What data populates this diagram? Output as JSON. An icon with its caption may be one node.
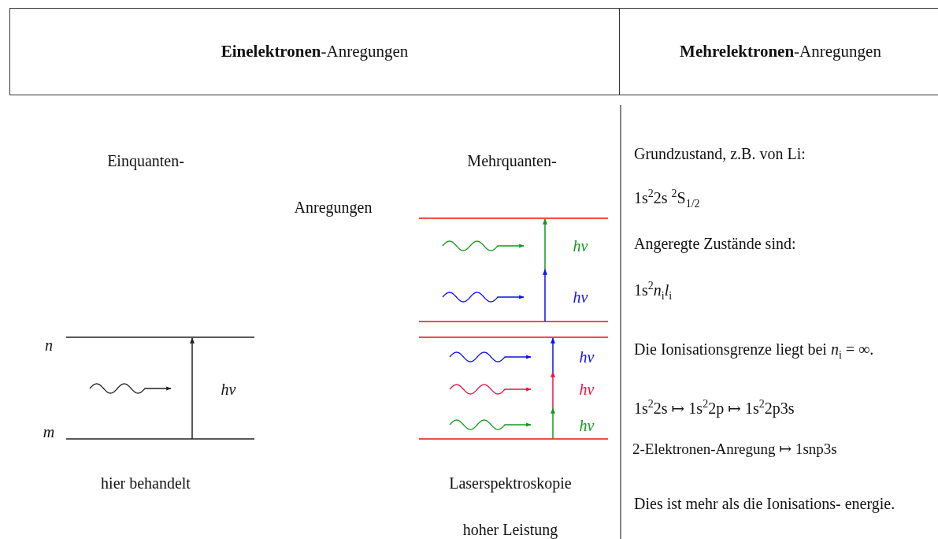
{
  "diagram": {
    "nodes": [
      {
        "text": [
          "**Einelektronen**-Anregungen"
        ]
      },
      {
        "text": [
          "**Mehrelektronen**-Anregungen"
        ]
      }
    ],
    "labels": [
      "Einquanten-",
      "Mehrquanten-",
      "Grundzustand, z.B. von Li:",
      "Anregungen",
      "1s$^{2}$2s $^{2}$S$_{1/2}$",
      "hν",
      "Angeregte Zustände sind:",
      "hν",
      "1s$^{2}$*n*$_{i}$*l*$_{i}$",
      "n",
      "Die Ionisationsgrenze liegt bei *n*$_{i}$ = ∞.",
      "hν",
      "hν",
      "hν",
      "1s$^{2}$2s ↦ 1s$^{2}$2p ↦ 1s$^{2}$2p3s",
      "m",
      "hν",
      "2-Elektronen-Anregung ↦ 1snp3s",
      "hier behandelt",
      "Laserspektroskopie",
      "Dies ist mehr als die Ionisations- energie.",
      "hoher Leistung"
    ]
  }
}
